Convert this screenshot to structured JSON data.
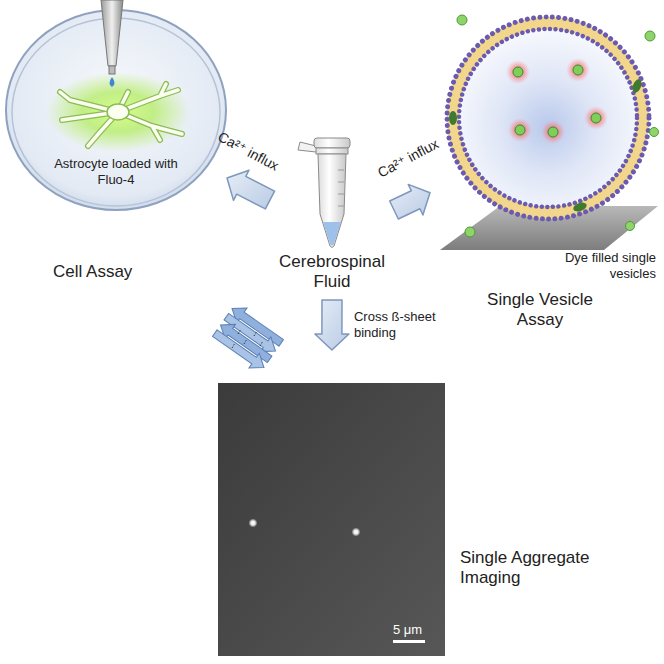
{
  "diagram": {
    "nodes": [
      {
        "text": [
          "Astrocyte loaded with Fluo-4",
          "Cell Assay"
        ]
      },
      {
        "text": [
          "Dye filled single vesicles",
          "Single Vesicle Assay"
        ]
      },
      {
        "text": [
          "Cerebrospinal Fluid"
        ]
      },
      {
        "text": [
          "Single Aggregate Imaging"
        ]
      }
    ],
    "edges": [
      {
        "from": 2,
        "to": 0,
        "arrow": "to",
        "label": "Ca²⁺ influx"
      },
      {
        "from": 2,
        "to": 1,
        "arrow": "to",
        "label": "Ca²⁺ influx"
      },
      {
        "from": 2,
        "to": 3,
        "arrow": "to",
        "label": "Cross ß-sheet binding"
      }
    ],
    "labels": [
      "5 μm"
    ]
  }
}
